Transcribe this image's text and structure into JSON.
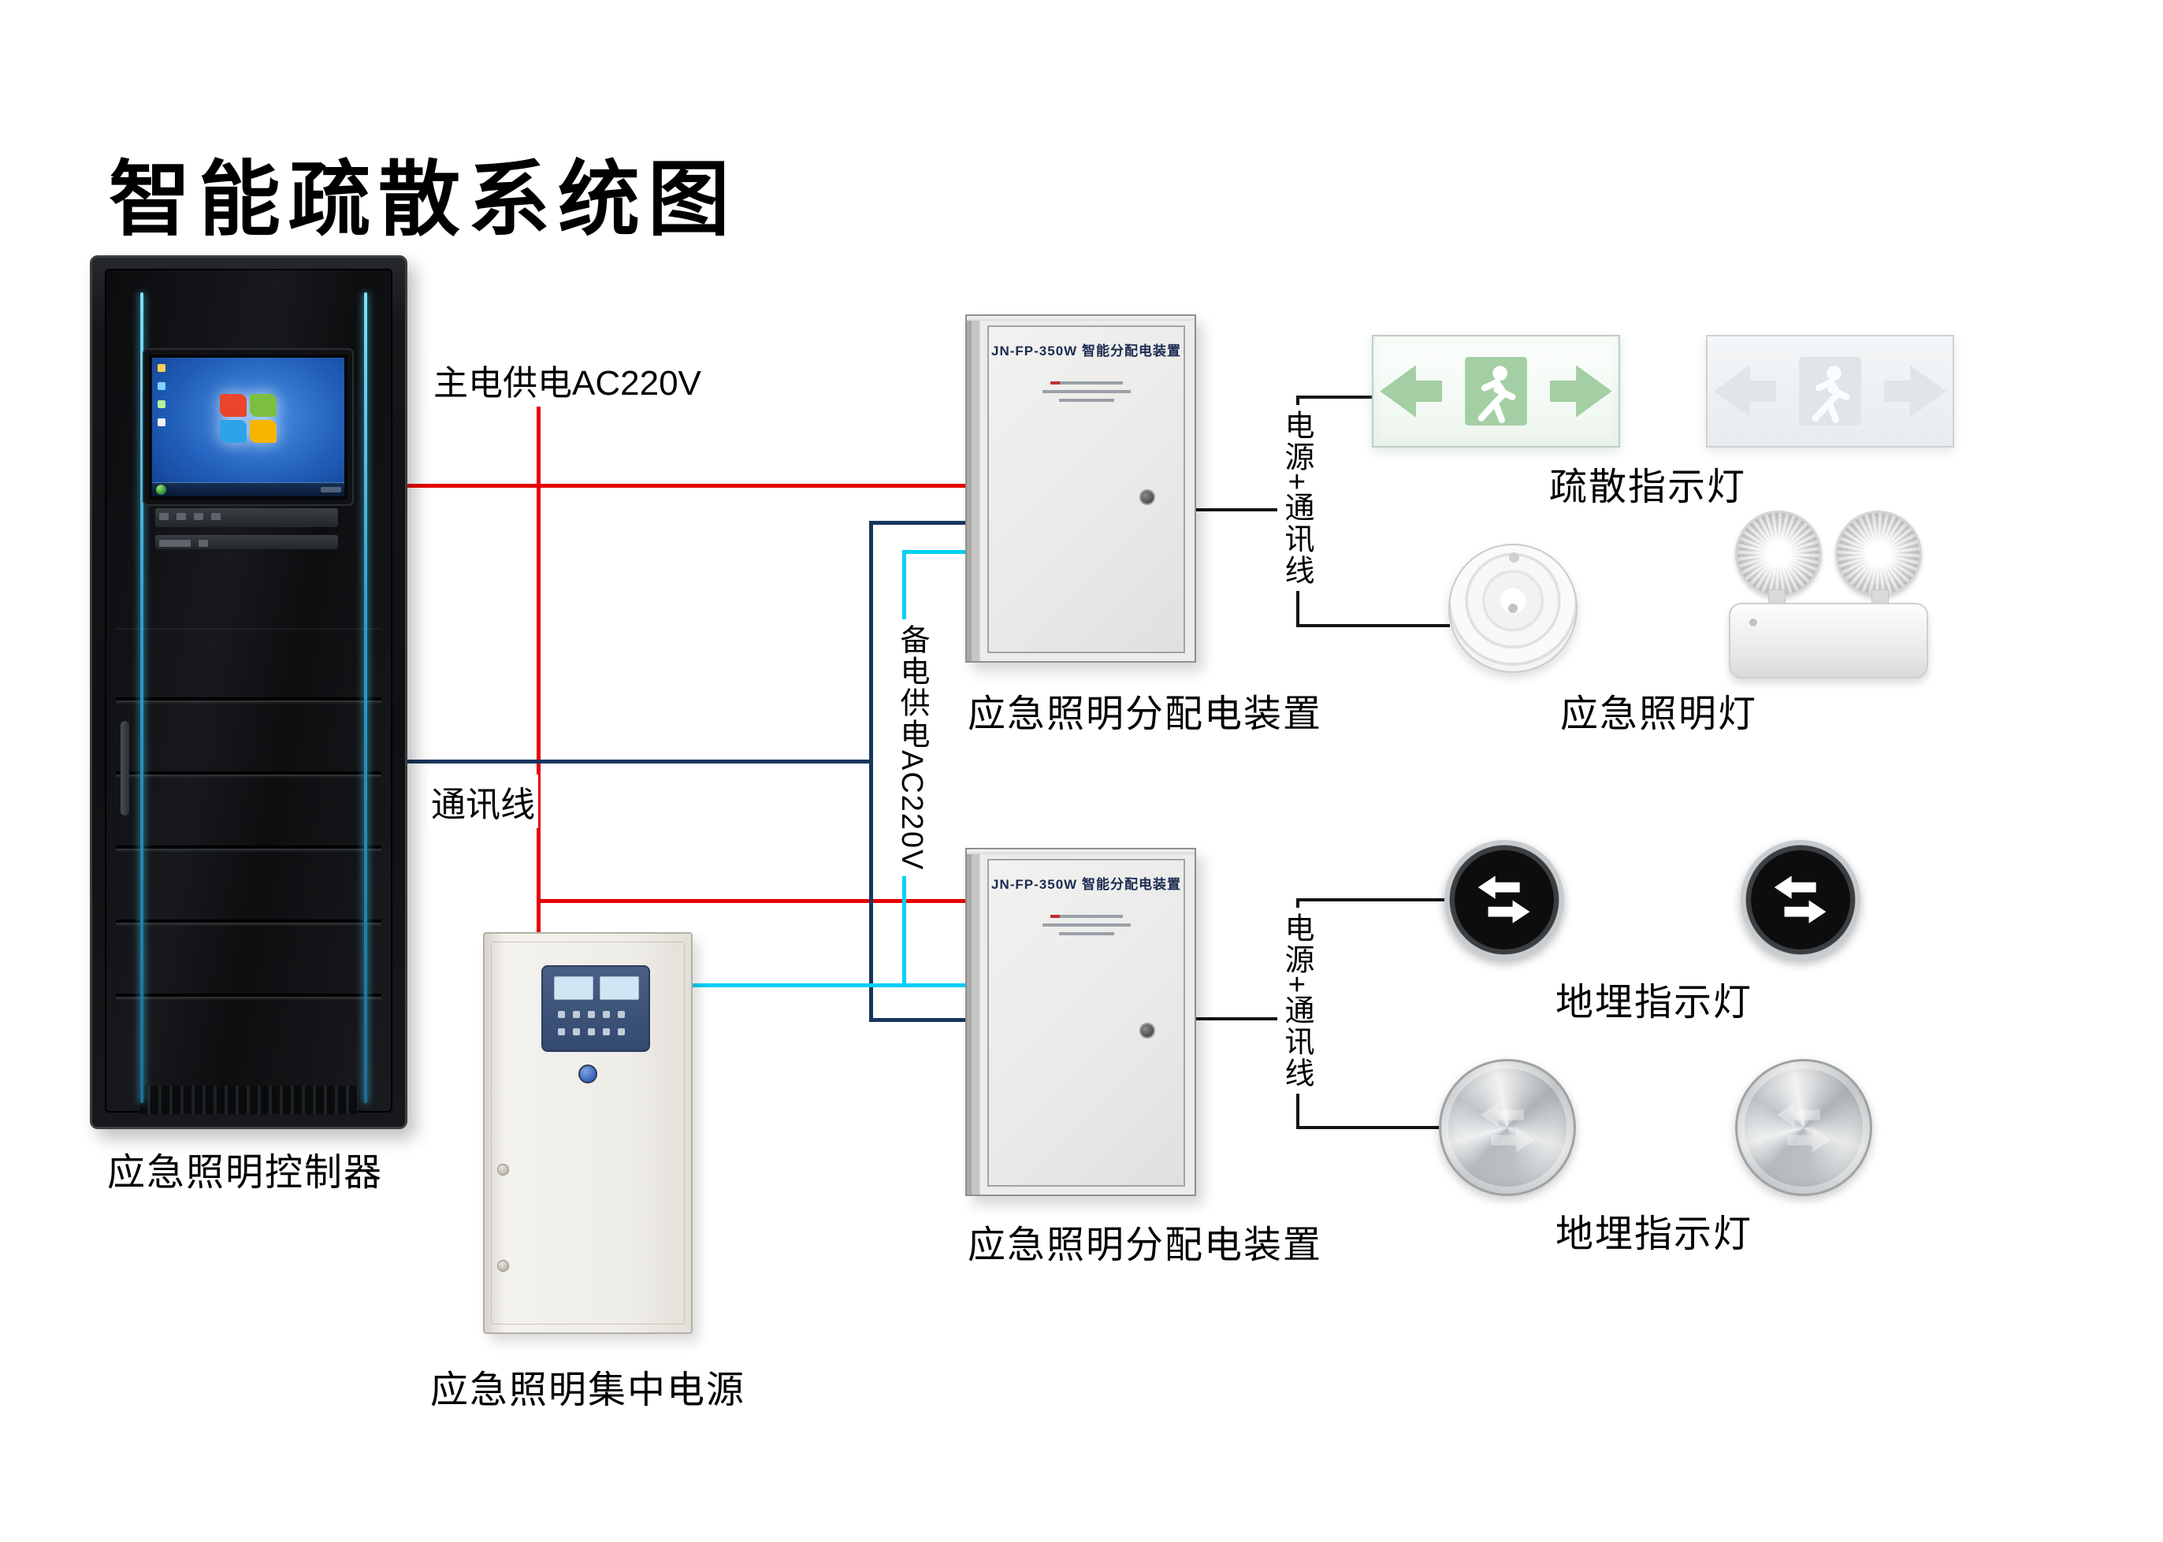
{
  "title": "智能疏散系统图",
  "colors": {
    "main_power_wire": "#e60000",
    "communication_wire": "#17365d",
    "backup_power_wire": "#00d0f5",
    "signal_bracket": "#141414"
  },
  "wires": {
    "main_power_label": "主电供电AC220V",
    "communication_label": "通讯线",
    "backup_power_label": "备电供电AC220V"
  },
  "brackets": {
    "power_comm_label_1": "电源+通讯线",
    "power_comm_label_2": "电源+通讯线"
  },
  "devices": {
    "controller": {
      "label": "应急照明控制器"
    },
    "central_power": {
      "label": "应急照明集中电源"
    },
    "dist_box_1": {
      "plate": "JN-FP-350W 智能分配电装置",
      "label": "应急照明分配电装置"
    },
    "dist_box_2": {
      "plate": "JN-FP-350W 智能分配电装置",
      "label": "应急照明分配电装置"
    },
    "exit_lights": {
      "label": "疏散指示灯"
    },
    "emergency_lights": {
      "label": "应急照明灯"
    },
    "buried_lights_top": {
      "label": "地埋指示灯"
    },
    "buried_lights_bottom": {
      "label": "地埋指示灯"
    }
  }
}
